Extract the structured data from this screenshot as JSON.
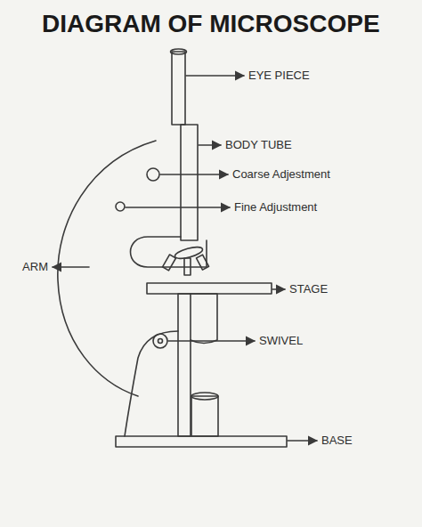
{
  "diagram": {
    "title": "DIAGRAM OF MICROSCOPE",
    "labels": [
      "EYE PIECE",
      "BODY TUBE",
      "Coarse Adjestment",
      "Fine Adjustment",
      "ARM",
      "STAGE",
      "SWIVEL",
      "BASE"
    ]
  }
}
